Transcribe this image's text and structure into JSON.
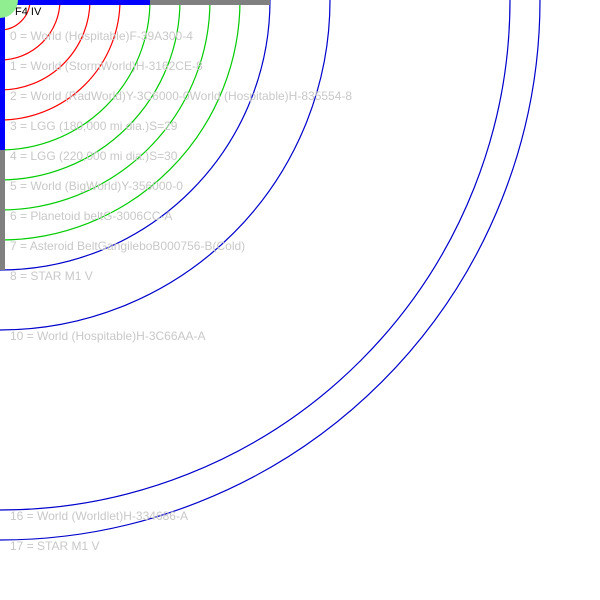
{
  "colors": {
    "background": "#ffffff",
    "hot_zone": "#ff0000",
    "habitable_zone": "#00cc00",
    "outer_zone": "#0000cc",
    "label": "#c8c8c8",
    "frame_blue": "#0000ff",
    "frame_gray": "#808080",
    "star_fill": "#90ee90"
  },
  "star": {
    "label": "F4 IV"
  },
  "orbits": [
    {
      "index": 0,
      "label": "0 = World  (Hospitable)F-39A300-4",
      "zone": "hot"
    },
    {
      "index": 1,
      "label": "1 = World  (StormWorld)H-3162CE-8",
      "zone": "hot"
    },
    {
      "index": 2,
      "label": "2 = World  (RadWorld)Y-3C6000-0World  (Hospitable)H-835554-8",
      "zone": "hot"
    },
    {
      "index": 3,
      "label": "3 = LGG (180,000 mi dia.)S=29",
      "zone": "hot"
    },
    {
      "index": 4,
      "label": "4 = LGG (220,000 mi dia.)S=30",
      "zone": "habitable"
    },
    {
      "index": 5,
      "label": "5 = World  (BigWorld)Y-356000-0",
      "zone": "habitable"
    },
    {
      "index": 6,
      "label": "6 = Planetoid beltG-3006CC-A",
      "zone": "habitable"
    },
    {
      "index": 7,
      "label": "7 = Asteroid BeltGangileboB000756-B(Cold)",
      "zone": "habitable"
    },
    {
      "index": 8,
      "label": "8 = STAR M1 V",
      "zone": "outer"
    },
    {
      "index": 10,
      "label": "10 = World  (Hospitable)H-3C66AA-A",
      "zone": "outer"
    },
    {
      "index": 16,
      "label": "16 = World  (Worldlet)H-334686-A",
      "zone": "outer"
    },
    {
      "index": 17,
      "label": "17 = STAR M1 V",
      "zone": "outer"
    }
  ]
}
